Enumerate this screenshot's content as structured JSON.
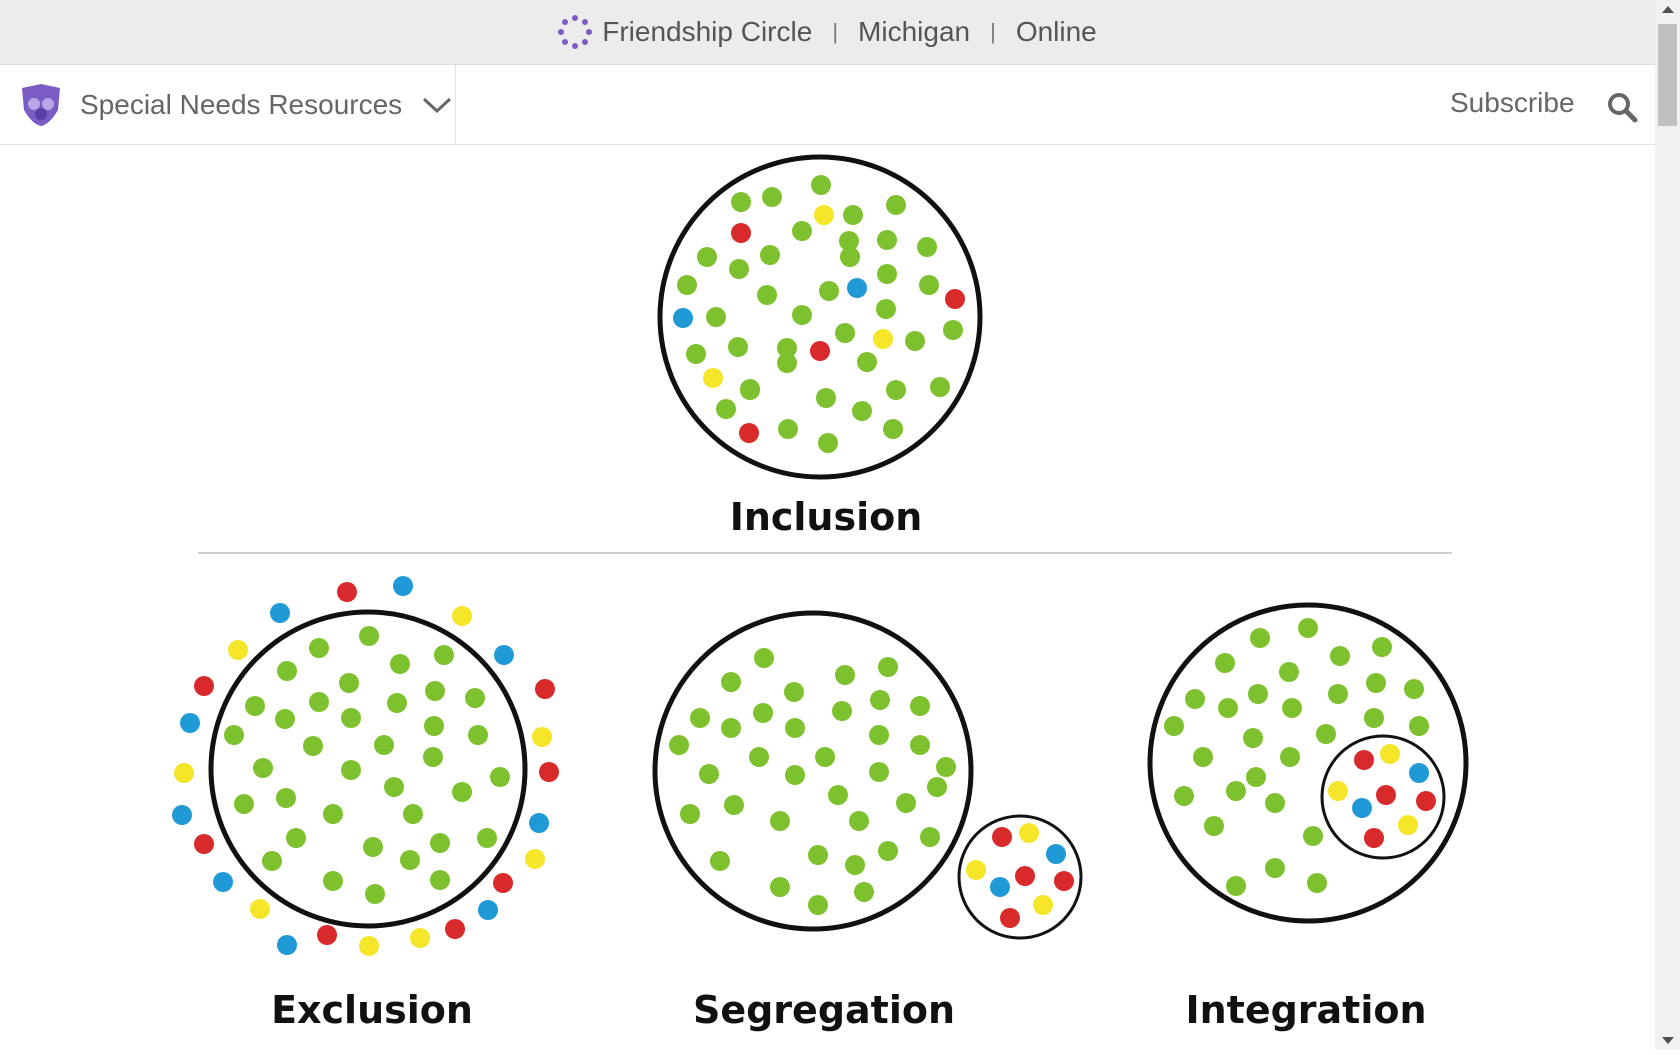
{
  "topbar": {
    "brand": "Friendship Circle",
    "separator": "|",
    "region": "Michigan",
    "channel": "Online"
  },
  "navbar": {
    "section_title": "Special Needs Resources",
    "subscribe_label": "Subscribe",
    "icons": [
      "shield-logo-icon",
      "chevron-down-icon",
      "search-icon"
    ]
  },
  "figure": {
    "labels": {
      "inclusion": "Inclusion",
      "exclusion": "Exclusion",
      "segregation": "Segregation",
      "integration": "Integration"
    },
    "dot_colors": {
      "majority": "#7dc22e",
      "red": "#d82a2a",
      "blue": "#1f9ad6",
      "yellow": "#f5e62a"
    }
  },
  "colors": {
    "brand_purple": "#7b5cc4",
    "text_gray": "#666666"
  }
}
